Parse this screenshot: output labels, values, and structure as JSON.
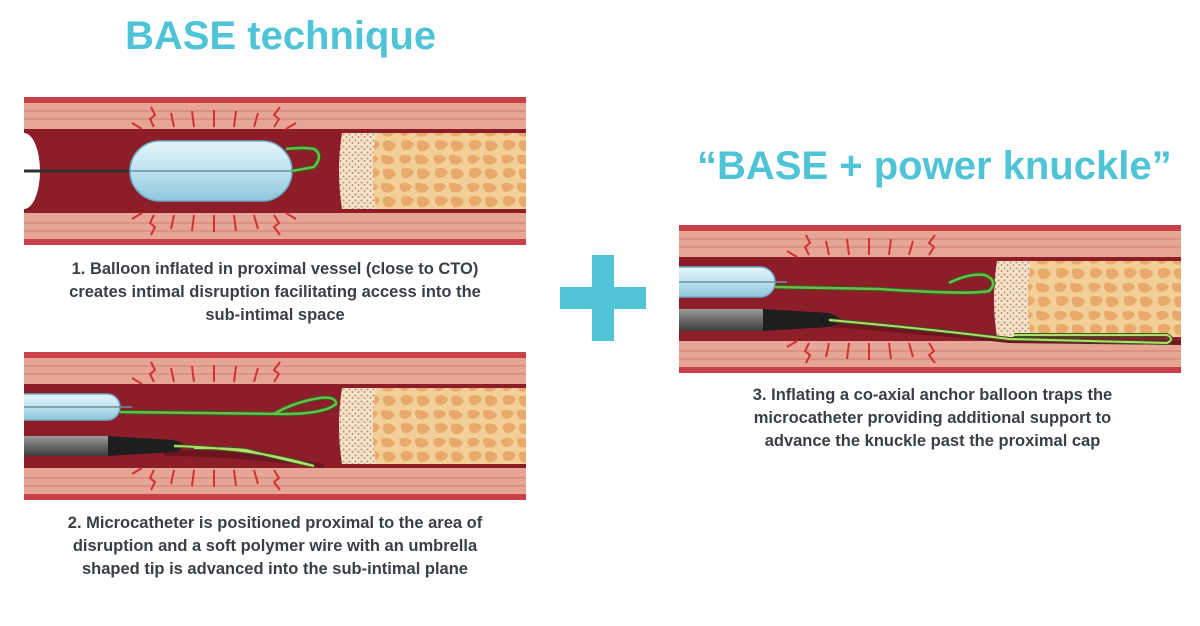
{
  "titles": {
    "left": "BASE technique",
    "right": "“BASE + power knuckle”"
  },
  "captions": {
    "step1": [
      "1. Balloon inflated in proximal vessel (close to CTO)",
      "creates intimal disruption facilitating access into the",
      "sub-intimal space"
    ],
    "step2": [
      "2. Microcatheter is positioned proximal to the area of",
      "disruption and a soft polymer wire with an umbrella",
      "shaped tip is advanced into the sub-intimal plane"
    ],
    "step3": [
      "3. Inflating a co-axial anchor balloon traps the",
      "microcatheter providing additional support to",
      "advance the knuckle past the proximal cap"
    ]
  },
  "colors": {
    "accent": "#4fc4d6",
    "caption_text": "#3a3f45",
    "vessel_outer": "#c8414a",
    "vessel_wall": "#e7a593",
    "vessel_lumen": "#8e1d2a",
    "disruption_marks": "#d0303a",
    "balloon": "#bfe4f2",
    "wire": "#5cae3e",
    "microcatheter": "#3b3b3b",
    "plaque": "#f0c48a"
  },
  "icons": {
    "plus": "plus-icon"
  }
}
